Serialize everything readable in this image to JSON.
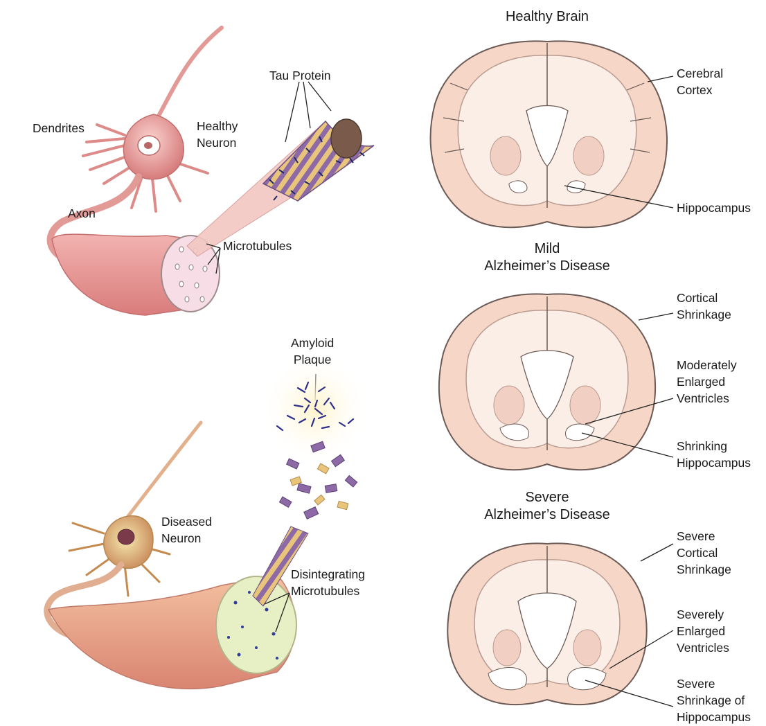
{
  "neuron_labels": {
    "dendrites": "Dendrites",
    "healthy_neuron": [
      "Healthy",
      "Neuron"
    ],
    "axon": "Axon",
    "tau_protein": "Tau Protein",
    "microtubules": "Microtubules",
    "amyloid_plaque": [
      "Amyloid",
      "Plaque"
    ],
    "diseased_neuron": [
      "Diseased",
      "Neuron"
    ],
    "disintegrating_microtubules": [
      "Disintegrating",
      "Microtubules"
    ]
  },
  "brain_panels": {
    "healthy": {
      "title": [
        "Healthy Brain"
      ],
      "labels": [
        [
          "Cerebral",
          "Cortex"
        ],
        [
          "Hippocampus"
        ]
      ]
    },
    "mild": {
      "title": [
        "Mild",
        "Alzheimer’s Disease"
      ],
      "labels": [
        [
          "Cortical",
          "Shrinkage"
        ],
        [
          "Moderately",
          "Enlarged",
          "Ventricles"
        ],
        [
          "Shrinking",
          "Hippocampus"
        ]
      ]
    },
    "severe": {
      "title": [
        "Severe",
        "Alzheimer’s Disease"
      ],
      "labels": [
        [
          "Severe",
          "Cortical",
          "Shrinkage"
        ],
        [
          "Severely",
          "Enlarged",
          "Ventricles"
        ],
        [
          "Severe",
          "Shrinkage of",
          "Hippocampus"
        ]
      ]
    }
  },
  "colors": {
    "brain_fill": "#f6d6c6",
    "brain_inner": "#fbeee6",
    "neuron_healthy": "#e8a3a0",
    "neuron_diseased": "#e7b07f",
    "tau_purple": "#7b5b93",
    "tau_gold": "#e8c57a",
    "plaque_blue": "#2d2f8a"
  }
}
